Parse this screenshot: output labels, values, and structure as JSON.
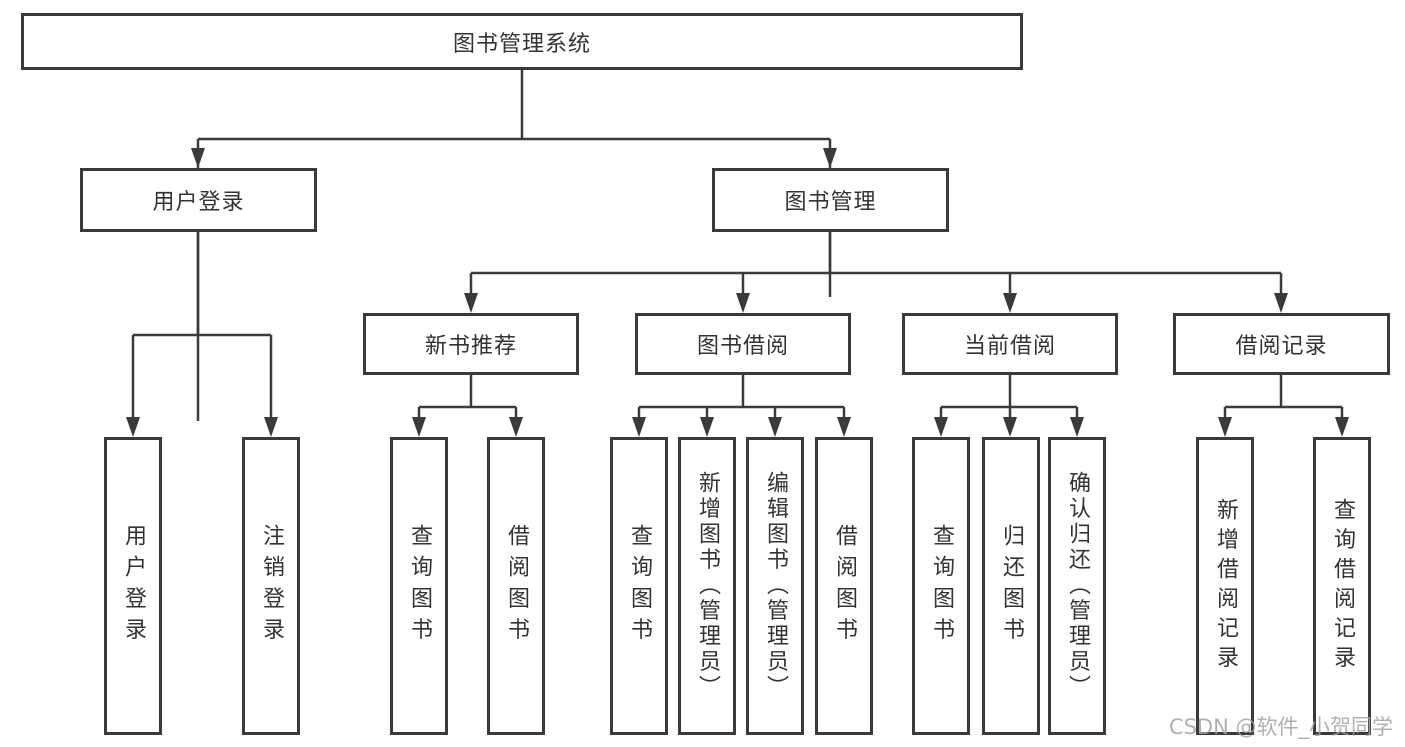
{
  "colors": {
    "line": "#3a3a3a",
    "text": "#333333",
    "watermark": "#a3a3a3",
    "bg": "#ffffff"
  },
  "watermark": "CSDN @软件_小贺同学",
  "diagram": {
    "title": "图书管理系统",
    "root": "图书管理系统",
    "level2": [
      "用户登录",
      "图书管理"
    ],
    "level3": [
      "新书推荐",
      "图书借阅",
      "当前借阅",
      "借阅记录"
    ],
    "leaves": {
      "user_login": [
        "用户登录",
        "注销登录"
      ],
      "new_book_recommend": [
        "查询图书",
        "借阅图书"
      ],
      "book_borrow": [
        "查询图书",
        "新增图书（管理员）",
        "编辑图书（管理员）",
        "借阅图书"
      ],
      "current_borrow": [
        "查询图书",
        "归还图书",
        "确认归还（管理员）"
      ],
      "borrow_records": [
        "新增借阅记录",
        "查询借阅记录"
      ]
    }
  }
}
